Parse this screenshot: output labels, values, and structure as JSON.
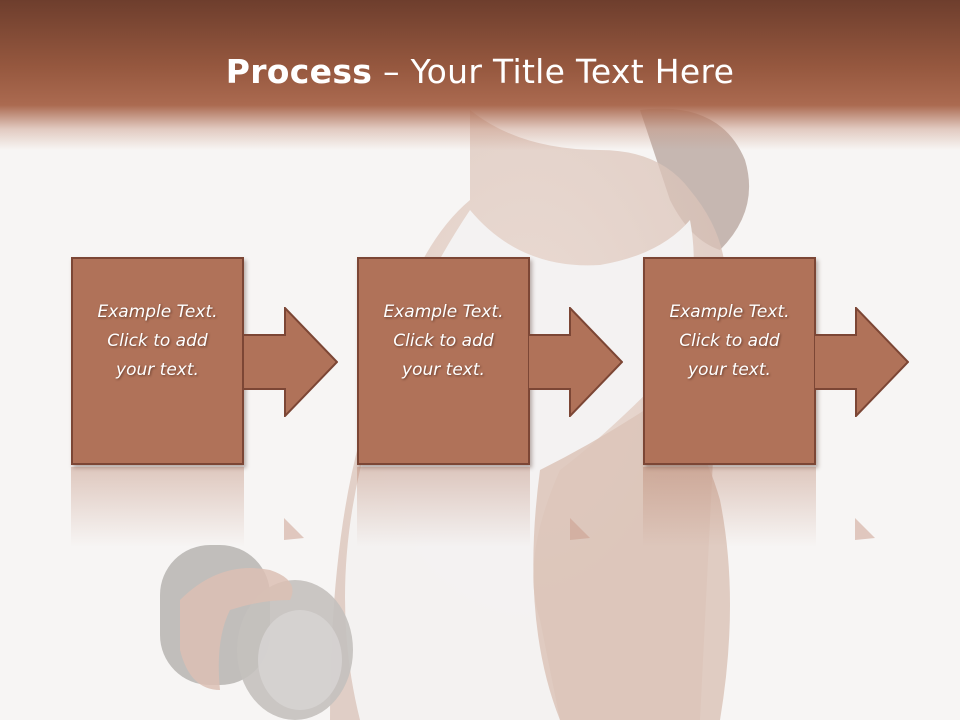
{
  "title": {
    "bold": "Process",
    "rest": " – Your Title Text Here"
  },
  "steps": [
    {
      "line1": "Example Text.",
      "line2": "Click  to add",
      "line3": "your text."
    },
    {
      "line1": "Example Text.",
      "line2": "Click  to add",
      "line3": "your text."
    },
    {
      "line1": "Example Text.",
      "line2": "Click  to add",
      "line3": "your text."
    }
  ],
  "colors": {
    "box": "#b07259",
    "border": "#7c4635",
    "band": "#96583f"
  }
}
